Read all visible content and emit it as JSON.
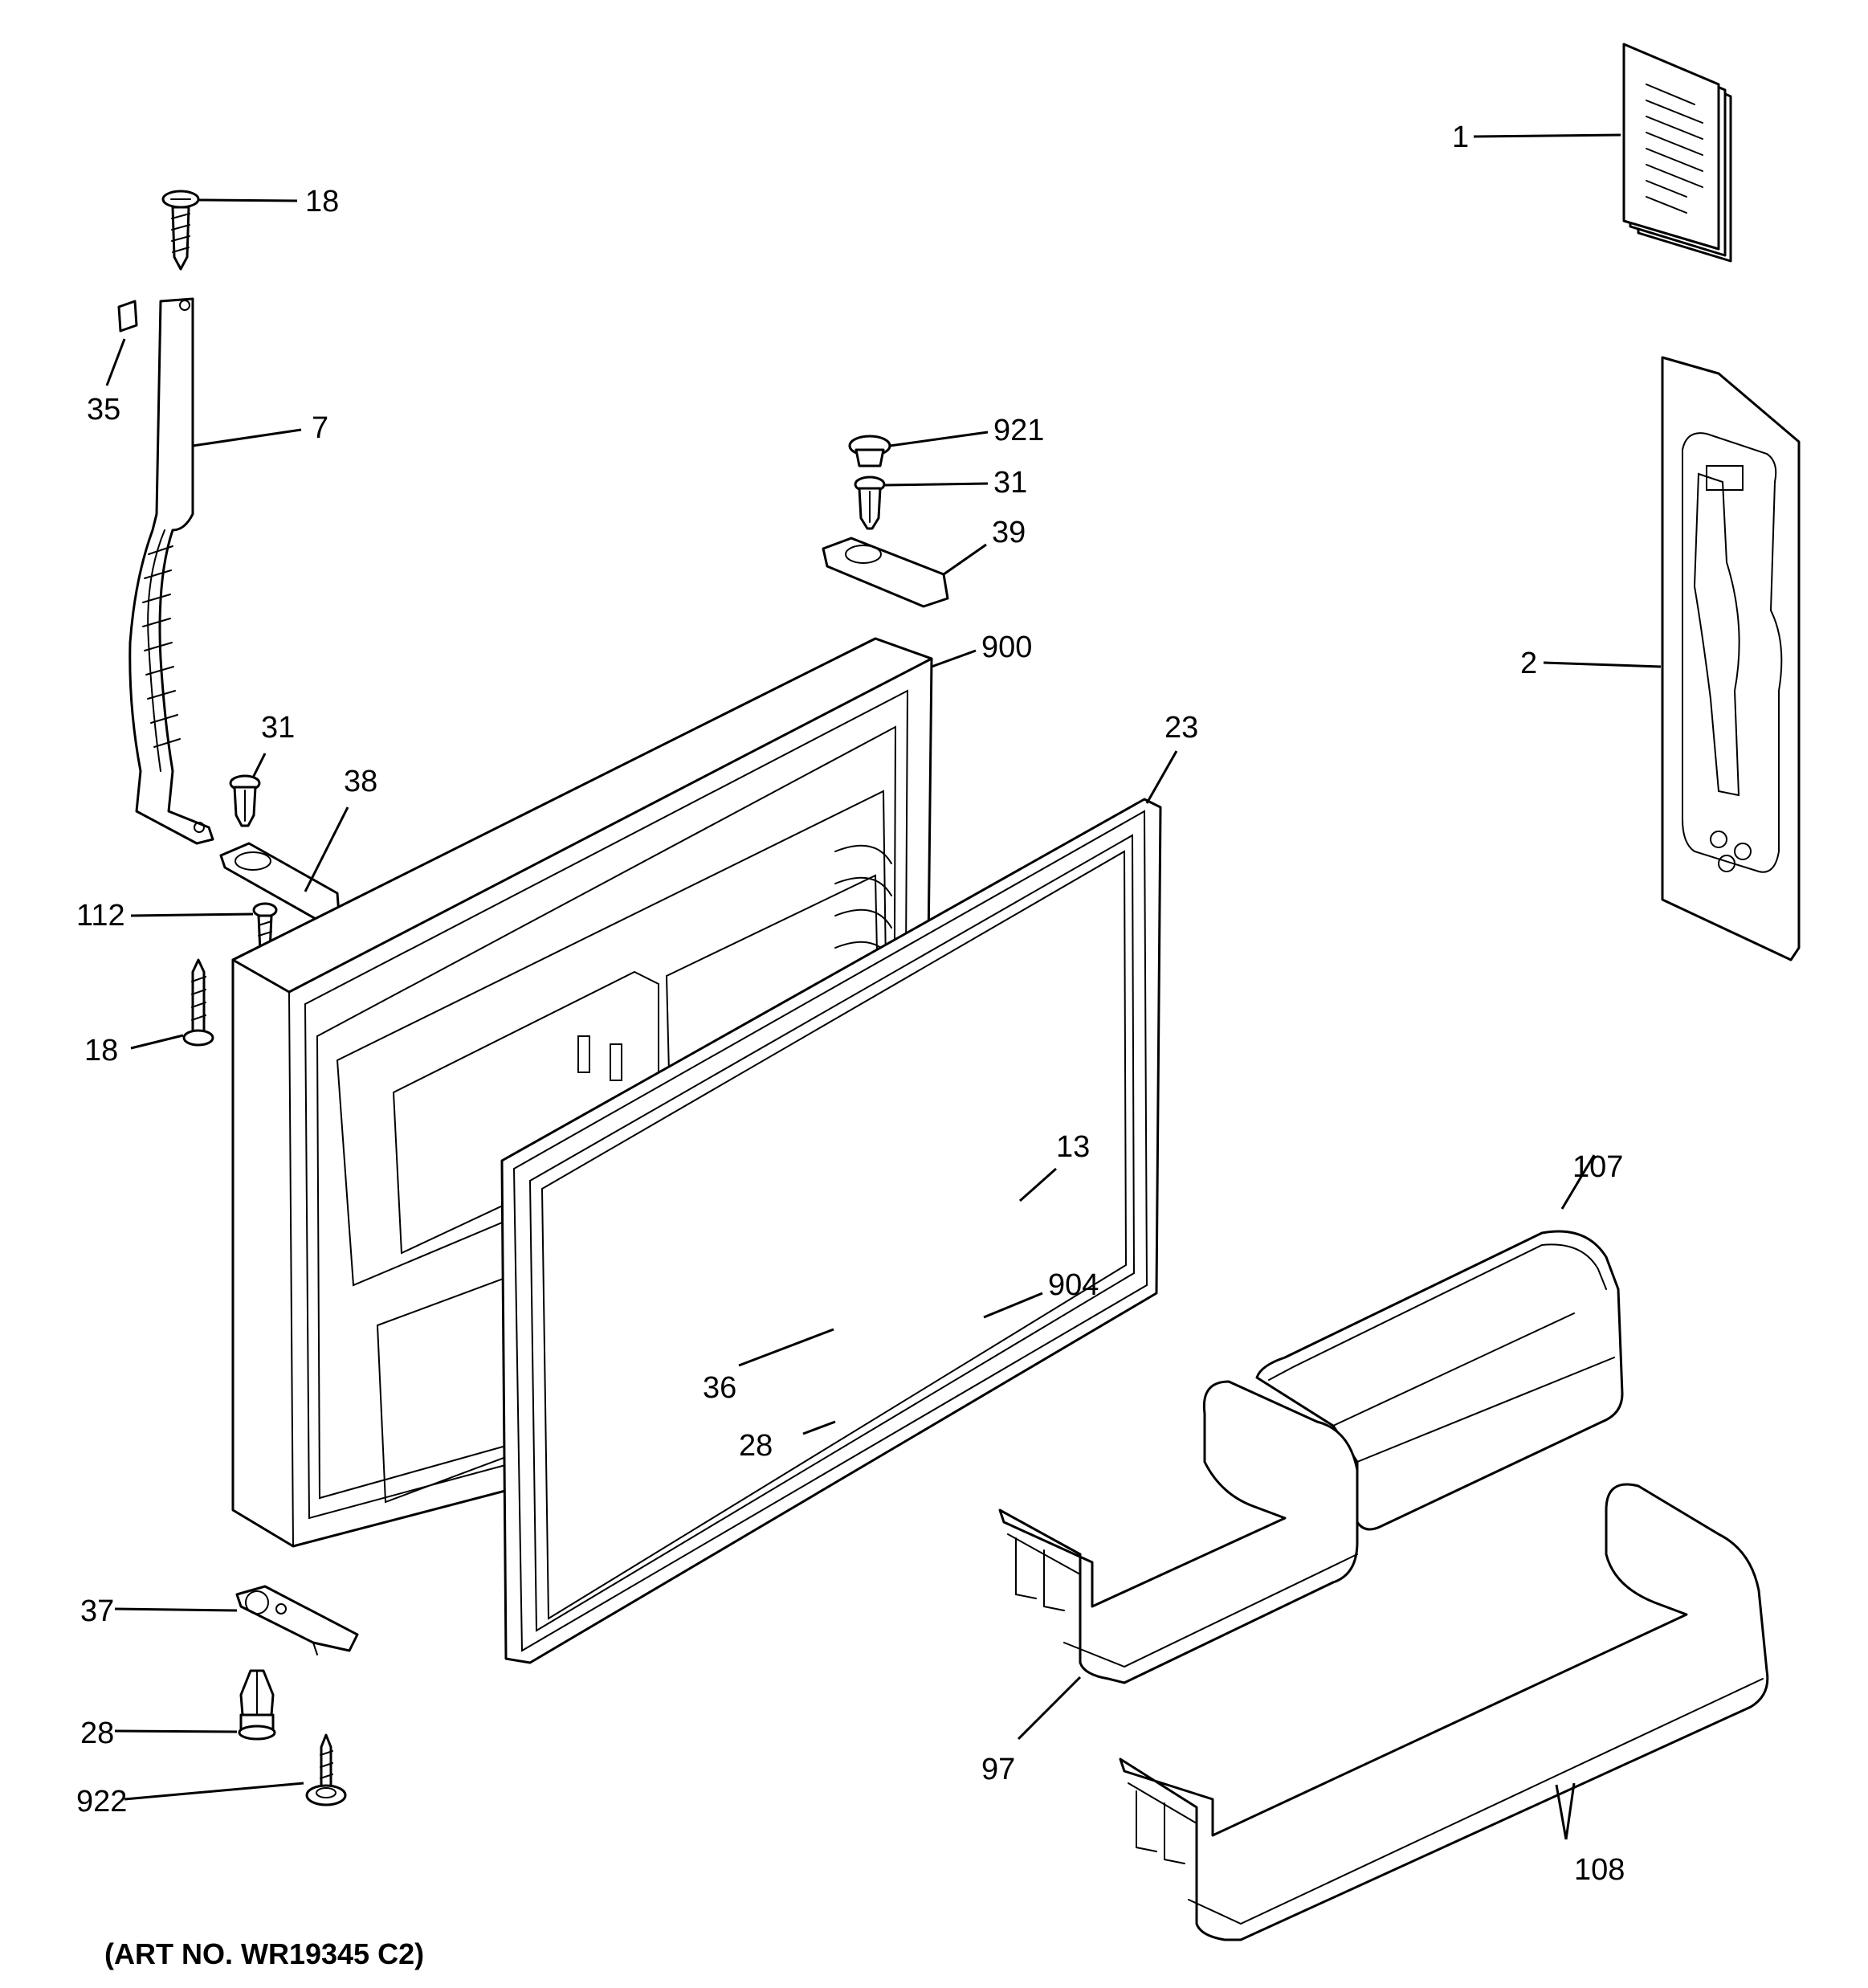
{
  "art_number": "(ART NO. WR19345 C2)",
  "callouts": {
    "c1": "1",
    "c2": "2",
    "c7": "7",
    "c13": "13",
    "c18a": "18",
    "c18b": "18",
    "c23": "23",
    "c28a": "28",
    "c28b": "28",
    "c31a": "31",
    "c31b": "31",
    "c35": "35",
    "c36": "36",
    "c37": "37",
    "c38": "38",
    "c39": "39",
    "c97": "97",
    "c107": "107",
    "c108": "108",
    "c112": "112",
    "c900": "900",
    "c904": "904",
    "c921": "921",
    "c922": "922"
  }
}
